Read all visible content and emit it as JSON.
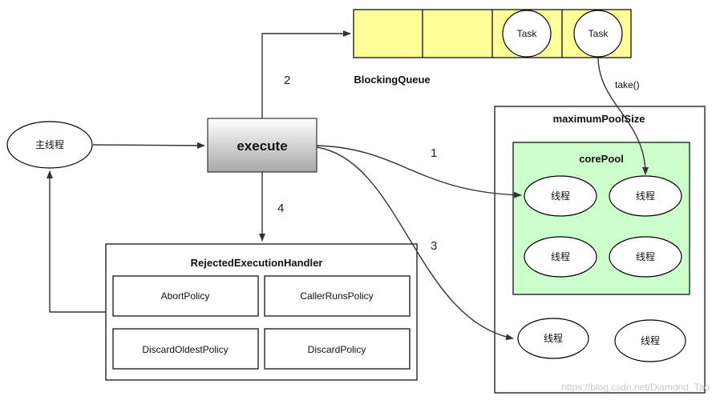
{
  "colors": {
    "queue_fill": "#ffff99",
    "core_pool_fill": "#ccffcc",
    "execute_gradient_top": "#ffffff",
    "execute_gradient_bottom": "#a8a8a8",
    "stroke": "#000000"
  },
  "main_thread": {
    "label": "主线程"
  },
  "execute": {
    "label": "execute"
  },
  "queue": {
    "label": "BlockingQueue",
    "tasks": [
      "Task",
      "Task"
    ],
    "take_label": "take()"
  },
  "handler": {
    "title": "RejectedExecutionHandler",
    "policies": [
      "AbortPolicy",
      "CallerRunsPolicy",
      "DiscardOldestPolicy",
      "DiscardPolicy"
    ]
  },
  "pool": {
    "max_label": "maximumPoolSize",
    "core_label": "corePool",
    "core_threads": [
      "线程",
      "线程",
      "线程",
      "线程"
    ],
    "extra_threads": [
      "线程",
      "线程"
    ]
  },
  "steps": [
    "1",
    "2",
    "3",
    "4"
  ],
  "watermark": "https://blog.csdn.net/Diamond_Tao"
}
